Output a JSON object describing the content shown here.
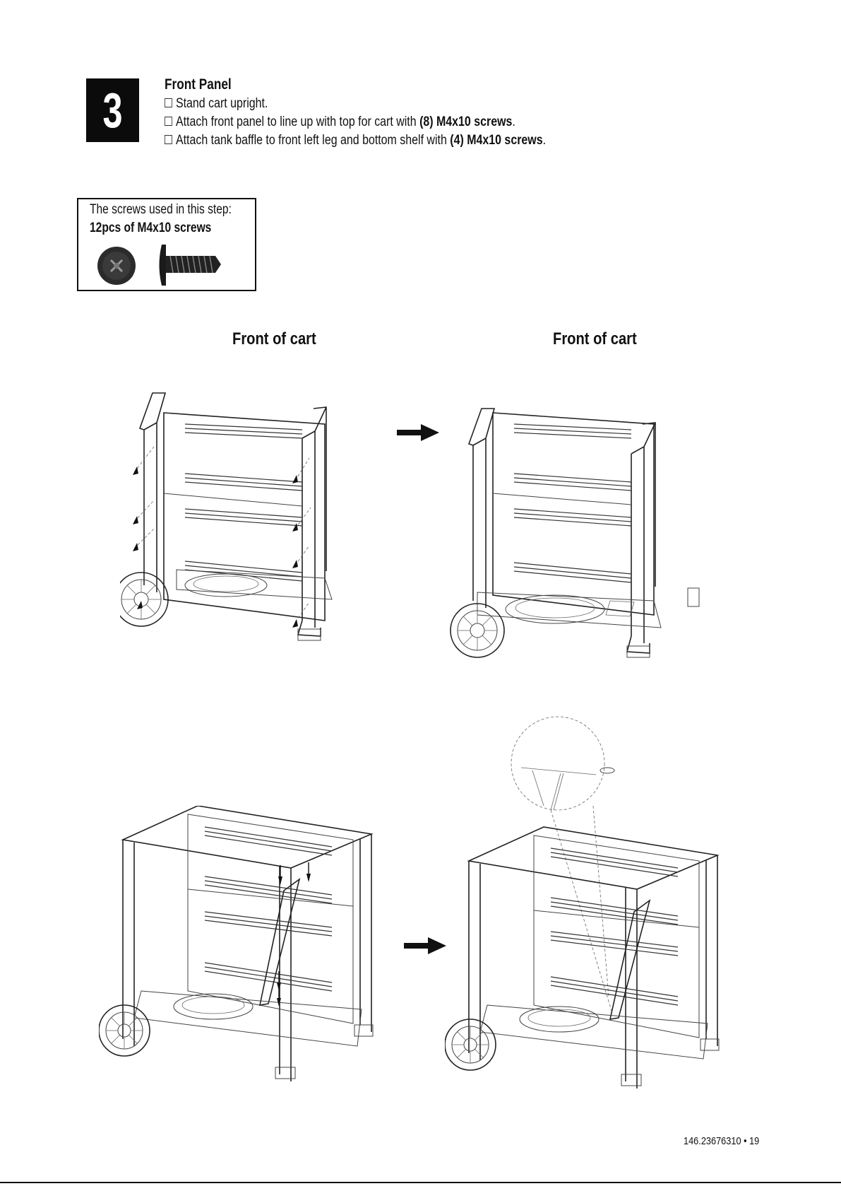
{
  "step": {
    "number": "3",
    "title": "Front Panel",
    "lines": [
      {
        "text": "Stand cart upright.",
        "bold": "",
        "tail": ""
      },
      {
        "text": "Attach front panel to line up with top for cart with ",
        "bold": "(8) M4x10 screws",
        "tail": "."
      },
      {
        "text": "Attach tank baffle to front left leg and bottom shelf with ",
        "bold": "(4) M4x10 screws",
        "tail": "."
      }
    ]
  },
  "screws_box": {
    "label": "The screws used in this step:",
    "count": "12pcs of M4x10 screws"
  },
  "views": {
    "left_caption": "Front of cart",
    "right_caption": "Front of cart"
  },
  "footer": {
    "page_ref": "146.23676310 • 19"
  }
}
